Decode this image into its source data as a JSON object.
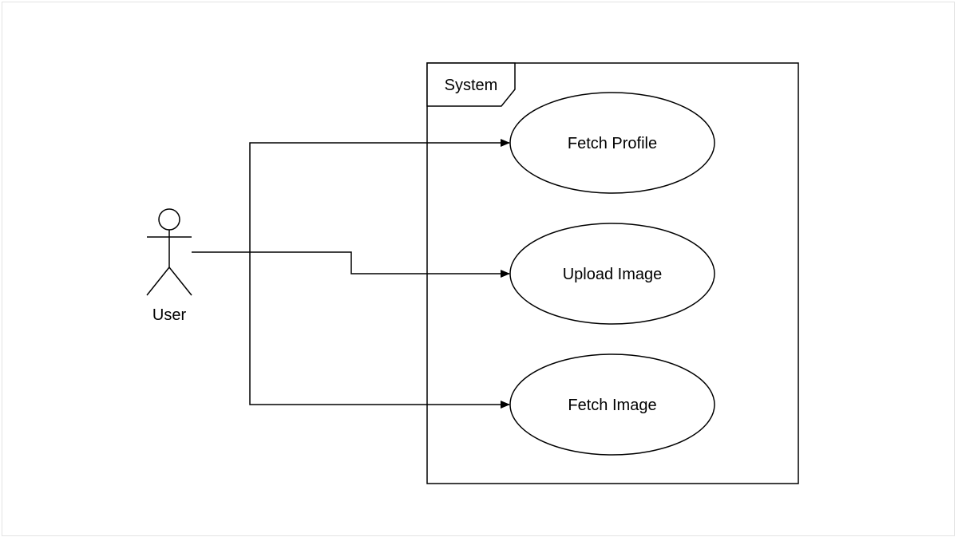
{
  "diagram": {
    "system": {
      "label": "System"
    },
    "actor": {
      "label": "User"
    },
    "use_cases": [
      {
        "label": "Fetch Profile"
      },
      {
        "label": "Upload Image"
      },
      {
        "label": "Fetch Image"
      }
    ],
    "colors": {
      "stroke": "#000000",
      "background": "#ffffff",
      "frame_border": "#e3e3e3"
    }
  }
}
